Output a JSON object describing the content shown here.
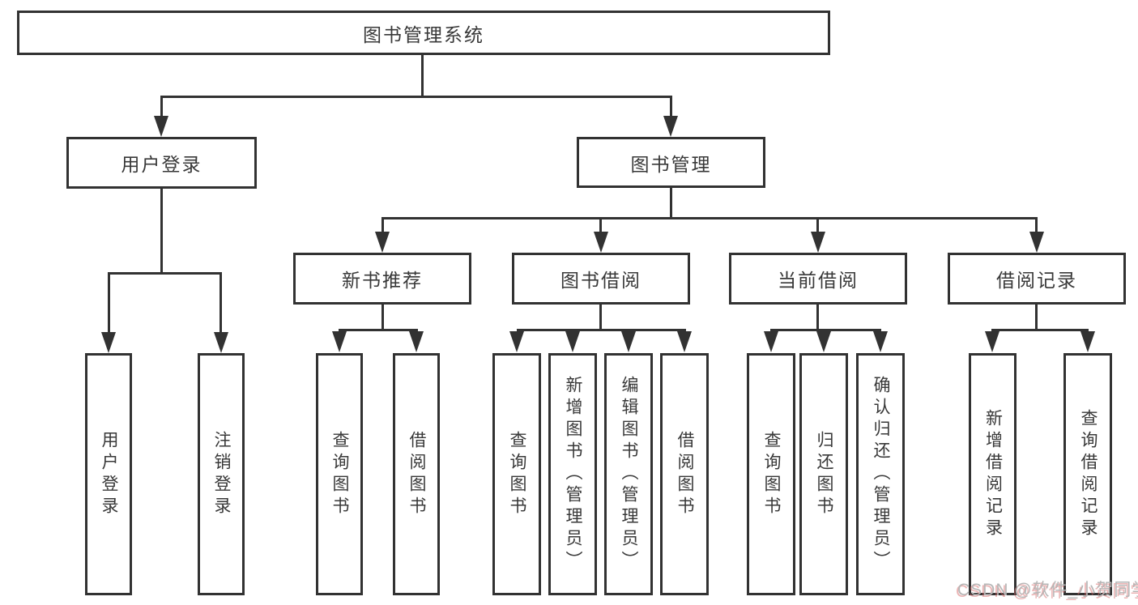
{
  "diagram": {
    "root": {
      "label": "图书管理系统"
    },
    "branches": [
      {
        "label": "用户登录",
        "children": [
          {
            "label": "用户登录"
          },
          {
            "label": "注销登录"
          }
        ]
      },
      {
        "label": "图书管理",
        "children": [
          {
            "label": "新书推荐",
            "children": [
              {
                "label": "查询图书"
              },
              {
                "label": "借阅图书"
              }
            ]
          },
          {
            "label": "图书借阅",
            "children": [
              {
                "label": "查询图书"
              },
              {
                "label": "新增图书（管理员）"
              },
              {
                "label": "编辑图书（管理员）"
              },
              {
                "label": "借阅图书"
              }
            ]
          },
          {
            "label": "当前借阅",
            "children": [
              {
                "label": "查询图书"
              },
              {
                "label": "归还图书"
              },
              {
                "label": "确认归还（管理员）"
              }
            ]
          },
          {
            "label": "借阅记录",
            "children": [
              {
                "label": "新增借阅记录"
              },
              {
                "label": "查询借阅记录"
              }
            ]
          }
        ]
      }
    ]
  },
  "watermark": {
    "text": "CSDN @软件_小贺同学"
  },
  "colors": {
    "line": "#323232",
    "text": "#383838",
    "background": "#ffffff",
    "watermark_gray": "#b6b6b6",
    "watermark_red": "#d86a6a"
  }
}
